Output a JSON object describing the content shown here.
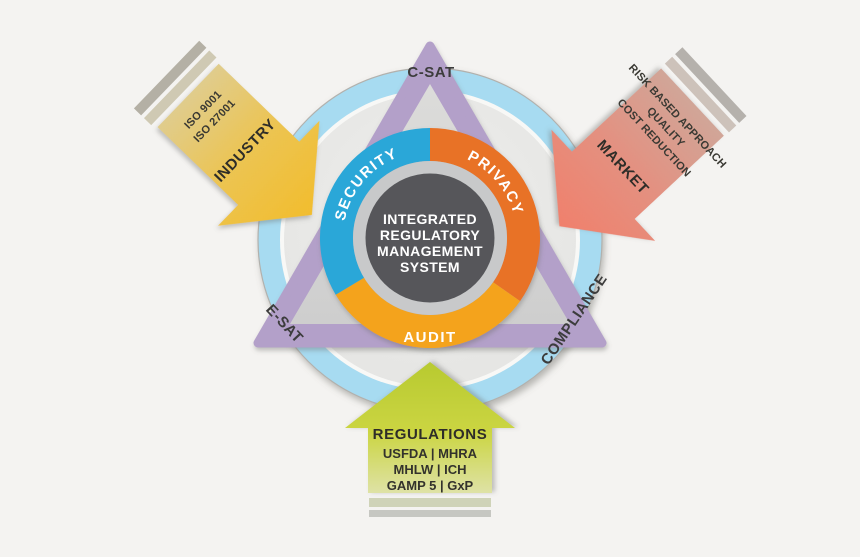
{
  "center": {
    "lines": [
      "INTEGRATED",
      "REGULATORY",
      "MANAGEMENT",
      "SYSTEM"
    ],
    "circle_color": "#56575a"
  },
  "ring": {
    "segments": [
      {
        "label": "SECURITY",
        "color": "#2aa7d8"
      },
      {
        "label": "PRIVACY",
        "color": "#e87225"
      },
      {
        "label": "AUDIT",
        "color": "#f4a31c"
      }
    ],
    "silver_color": "#c8c9ca"
  },
  "triangle": {
    "labels": {
      "top": "C-SAT",
      "left": "E-SAT",
      "right": "COMPLIANCE"
    },
    "color": "#b3a0c9"
  },
  "outer_circle": {
    "color": "#a7dbf1"
  },
  "arrows": {
    "industry": {
      "label": "INDUSTRY",
      "items": [
        "ISO 9001",
        "ISO 27001"
      ],
      "color": "#f2bd2e"
    },
    "market": {
      "label": "MARKET",
      "items": [
        "RISK BASED APPROACH",
        "QUALITY",
        "COST REDUCTION"
      ],
      "color": "#f0806c"
    },
    "regulations": {
      "label": "REGULATIONS",
      "items": [
        "USFDA | MHRA",
        "MHLW | ICH",
        "GAMP 5 | GxP"
      ],
      "color": "#b8ca30"
    }
  }
}
